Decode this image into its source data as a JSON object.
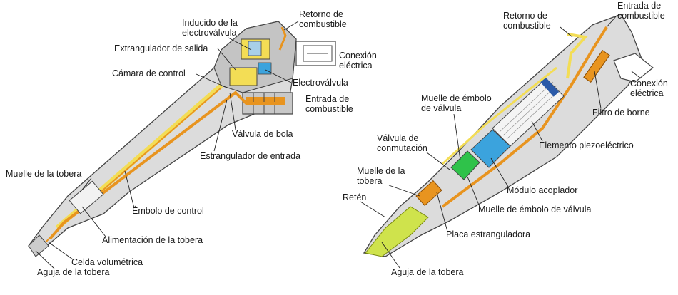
{
  "left_diagram": {
    "labels": {
      "retorno": [
        "Retorno de",
        "combustible"
      ],
      "inducido": [
        "Inducido de la",
        "electroválvula"
      ],
      "extrangulador_salida": "Extrangulador de salida",
      "conexion": [
        "Conexión",
        "eléctrica"
      ],
      "camara": "Cámara de control",
      "electrovalvula": "Electroválvula",
      "entrada": [
        "Entrada de",
        "combustible"
      ],
      "valvula_bola": "Válvula de bola",
      "estrangulador_entrada": "Estrangulador de entrada",
      "muelle_tobera": "Muelle de la tobera",
      "embolo_control": "Émbolo de control",
      "alimentacion": "Alimentación de la tobera",
      "celda": "Celda volumétrica",
      "aguja": "Aguja de la tobera"
    }
  },
  "right_diagram": {
    "labels": {
      "retorno": [
        "Retorno de",
        "combustible"
      ],
      "entrada": [
        "Entrada de",
        "combustible"
      ],
      "conexion": [
        "Conexión",
        "eléctrica"
      ],
      "muelle_embolo_top": [
        "Muelle de émbolo",
        "de válvula"
      ],
      "filtro": "Filtro de borne",
      "valvula_conmutacion": [
        "Válvula de",
        "conmutación"
      ],
      "piezo": "Elemento piezoeléctrico",
      "muelle_tobera": [
        "Muelle de la",
        "tobera"
      ],
      "modulo": "Módulo acoplador",
      "reten": "Retén",
      "muelle_embolo_bottom": "Muelle de émbolo de válvula",
      "placa": "Placa estranguladora",
      "aguja": "Aguja de la tobera"
    }
  },
  "colors": {
    "fuel": "#e8941f",
    "yellow": "#f3dd55",
    "blue": "#3ba3dd",
    "green": "#2fc24a",
    "needle": "#cfe34c",
    "body": "#dcdcdc"
  }
}
